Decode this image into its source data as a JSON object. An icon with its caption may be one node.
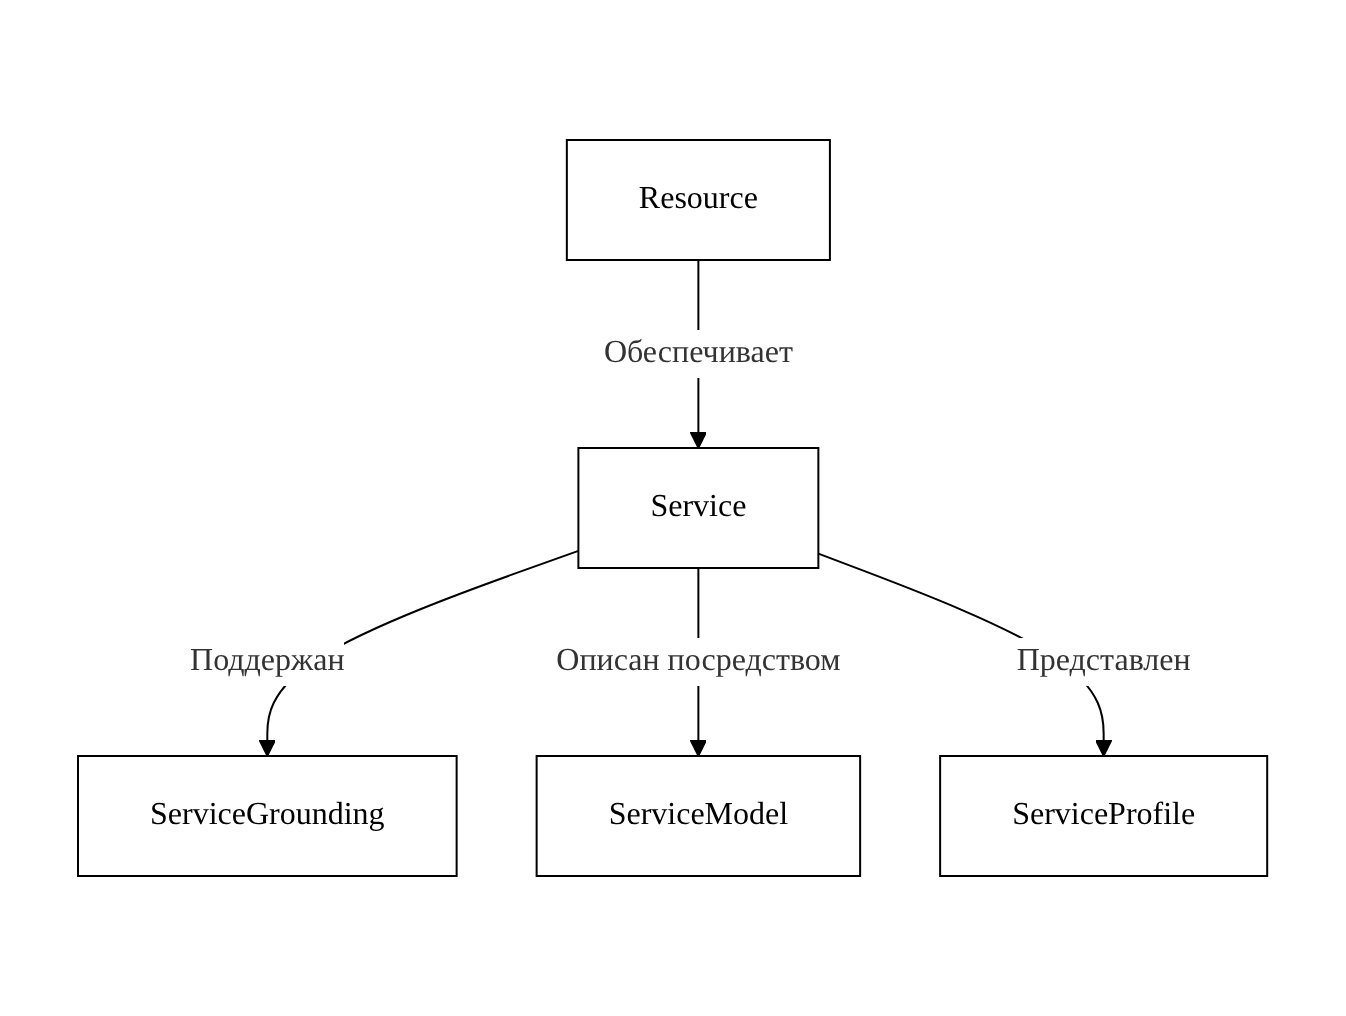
{
  "diagram": {
    "nodes": [
      {
        "text": [
          "Resource"
        ]
      },
      {
        "text": [
          "Service"
        ]
      },
      {
        "text": [
          "ServiceGrounding"
        ]
      },
      {
        "text": [
          "ServiceModel"
        ]
      },
      {
        "text": [
          "ServiceProfile"
        ]
      }
    ],
    "edges": [
      {
        "from": 0,
        "to": 1,
        "arrow": "to",
        "label": "Обеспечивает"
      },
      {
        "from": 1,
        "to": 2,
        "arrow": "to",
        "label": "Поддержан"
      },
      {
        "from": 1,
        "to": 3,
        "arrow": "to",
        "label": "Описан посредством"
      },
      {
        "from": 1,
        "to": 4,
        "arrow": "to",
        "label": "Представлен"
      }
    ]
  }
}
